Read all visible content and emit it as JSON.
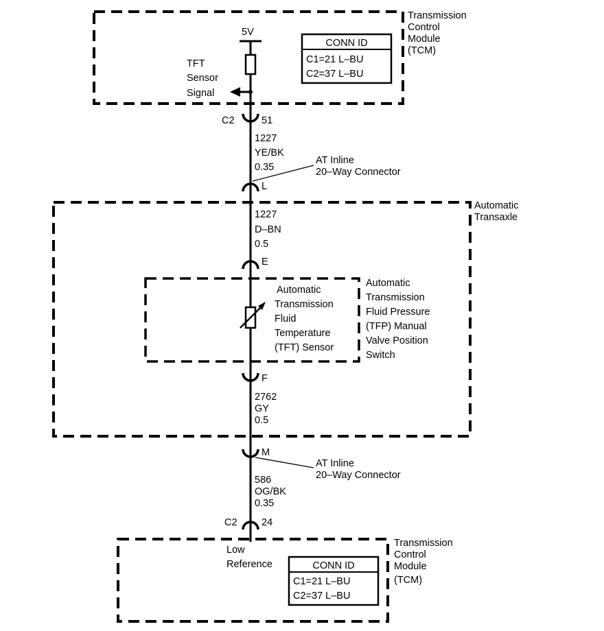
{
  "colors": {
    "ink": "#000000",
    "paper": "#ffffff"
  },
  "tcm_top": {
    "title": [
      "Transmission",
      "Control",
      "Module",
      "(TCM)"
    ],
    "supply": "5V",
    "signal_label": [
      "TFT",
      "Sensor",
      "Signal"
    ],
    "conn_table": {
      "header": "CONN ID",
      "rows": [
        "C1=21 L–BU",
        "C2=37 L–BU"
      ]
    },
    "connector": {
      "name": "C2",
      "pin": "51"
    }
  },
  "wire_1": {
    "circuit": "1227",
    "color": "YE/BK",
    "size": "0.35"
  },
  "inline_upper": {
    "label": [
      "AT Inline",
      "20–Way Connector"
    ],
    "pin": "L"
  },
  "transaxle": {
    "title": [
      "Automatic",
      "Transaxle"
    ],
    "wire_2": {
      "circuit": "1227",
      "color": "D–BN",
      "size": "0.5"
    },
    "pin_e": "E",
    "sensor_label": [
      "Automatic",
      "Transmission",
      "Fluid",
      "Temperature",
      "(TFT) Sensor"
    ],
    "switch_label": [
      "Automatic",
      "Transmission",
      "Fluid Pressure",
      "(TFP) Manual",
      "Valve Position",
      "Switch"
    ],
    "pin_f": "F",
    "wire_3": {
      "circuit": "2762",
      "color": "GY",
      "size": "0.5"
    }
  },
  "inline_lower": {
    "label": [
      "AT Inline",
      "20–Way Connector"
    ],
    "pin": "M"
  },
  "wire_4": {
    "circuit": "586",
    "color": "OG/BK",
    "size": "0.35"
  },
  "tcm_bottom": {
    "connector": {
      "name": "C2",
      "pin": "24"
    },
    "ref_label": [
      "Low",
      "Reference"
    ],
    "title": [
      "Transmission",
      "Control",
      "Module",
      "(TCM)"
    ],
    "conn_table": {
      "header": "CONN ID",
      "rows": [
        "C1=21 L–BU",
        "C2=37 L–BU"
      ]
    }
  }
}
